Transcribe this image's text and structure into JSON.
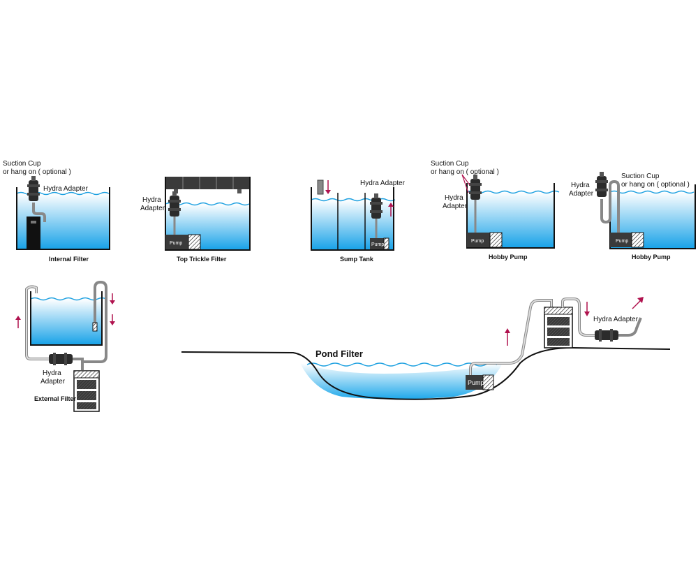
{
  "internal_filter": {
    "suction_cup_line1": "Suction Cup",
    "suction_cup_line2": "or hang on ( optional )",
    "hydra_adapter": "Hydra Adapter",
    "caption": "Internal Filter"
  },
  "top_trickle": {
    "hydra_line1": "Hydra",
    "hydra_line2": "Adapter",
    "pump": "Pump",
    "caption": "Top Trickle Filter"
  },
  "sump_tank": {
    "hydra_adapter": "Hydra Adapter",
    "pump": "Pump",
    "caption": "Sump Tank"
  },
  "hobby_pump_1": {
    "suction_cup_line1": "Suction Cup",
    "suction_cup_line2": "or hang on ( optional )",
    "hydra_line1": "Hydra",
    "hydra_line2": "Adapter",
    "pump": "Pump",
    "caption": "Hobby Pump"
  },
  "hobby_pump_2": {
    "hydra_line1": "Hydra",
    "hydra_line2": "Adapter",
    "suction_cup_line1": "Suction Cup",
    "suction_cup_line2": "or hang on ( optional )",
    "pump": "Pump",
    "caption": "Hobby Pump"
  },
  "external_filter": {
    "hydra_line1": "Hydra",
    "hydra_line2": "Adapter",
    "caption": "External Filter"
  },
  "pond_filter": {
    "title": "Pond Filter",
    "pump": "Pump",
    "hydra_adapter": "Hydra Adapter"
  },
  "colors": {
    "water_top": "#ffffff",
    "water_bottom": "#1aa3e8",
    "arrow": "#b0124e",
    "adapter": "#2b2b2b"
  }
}
